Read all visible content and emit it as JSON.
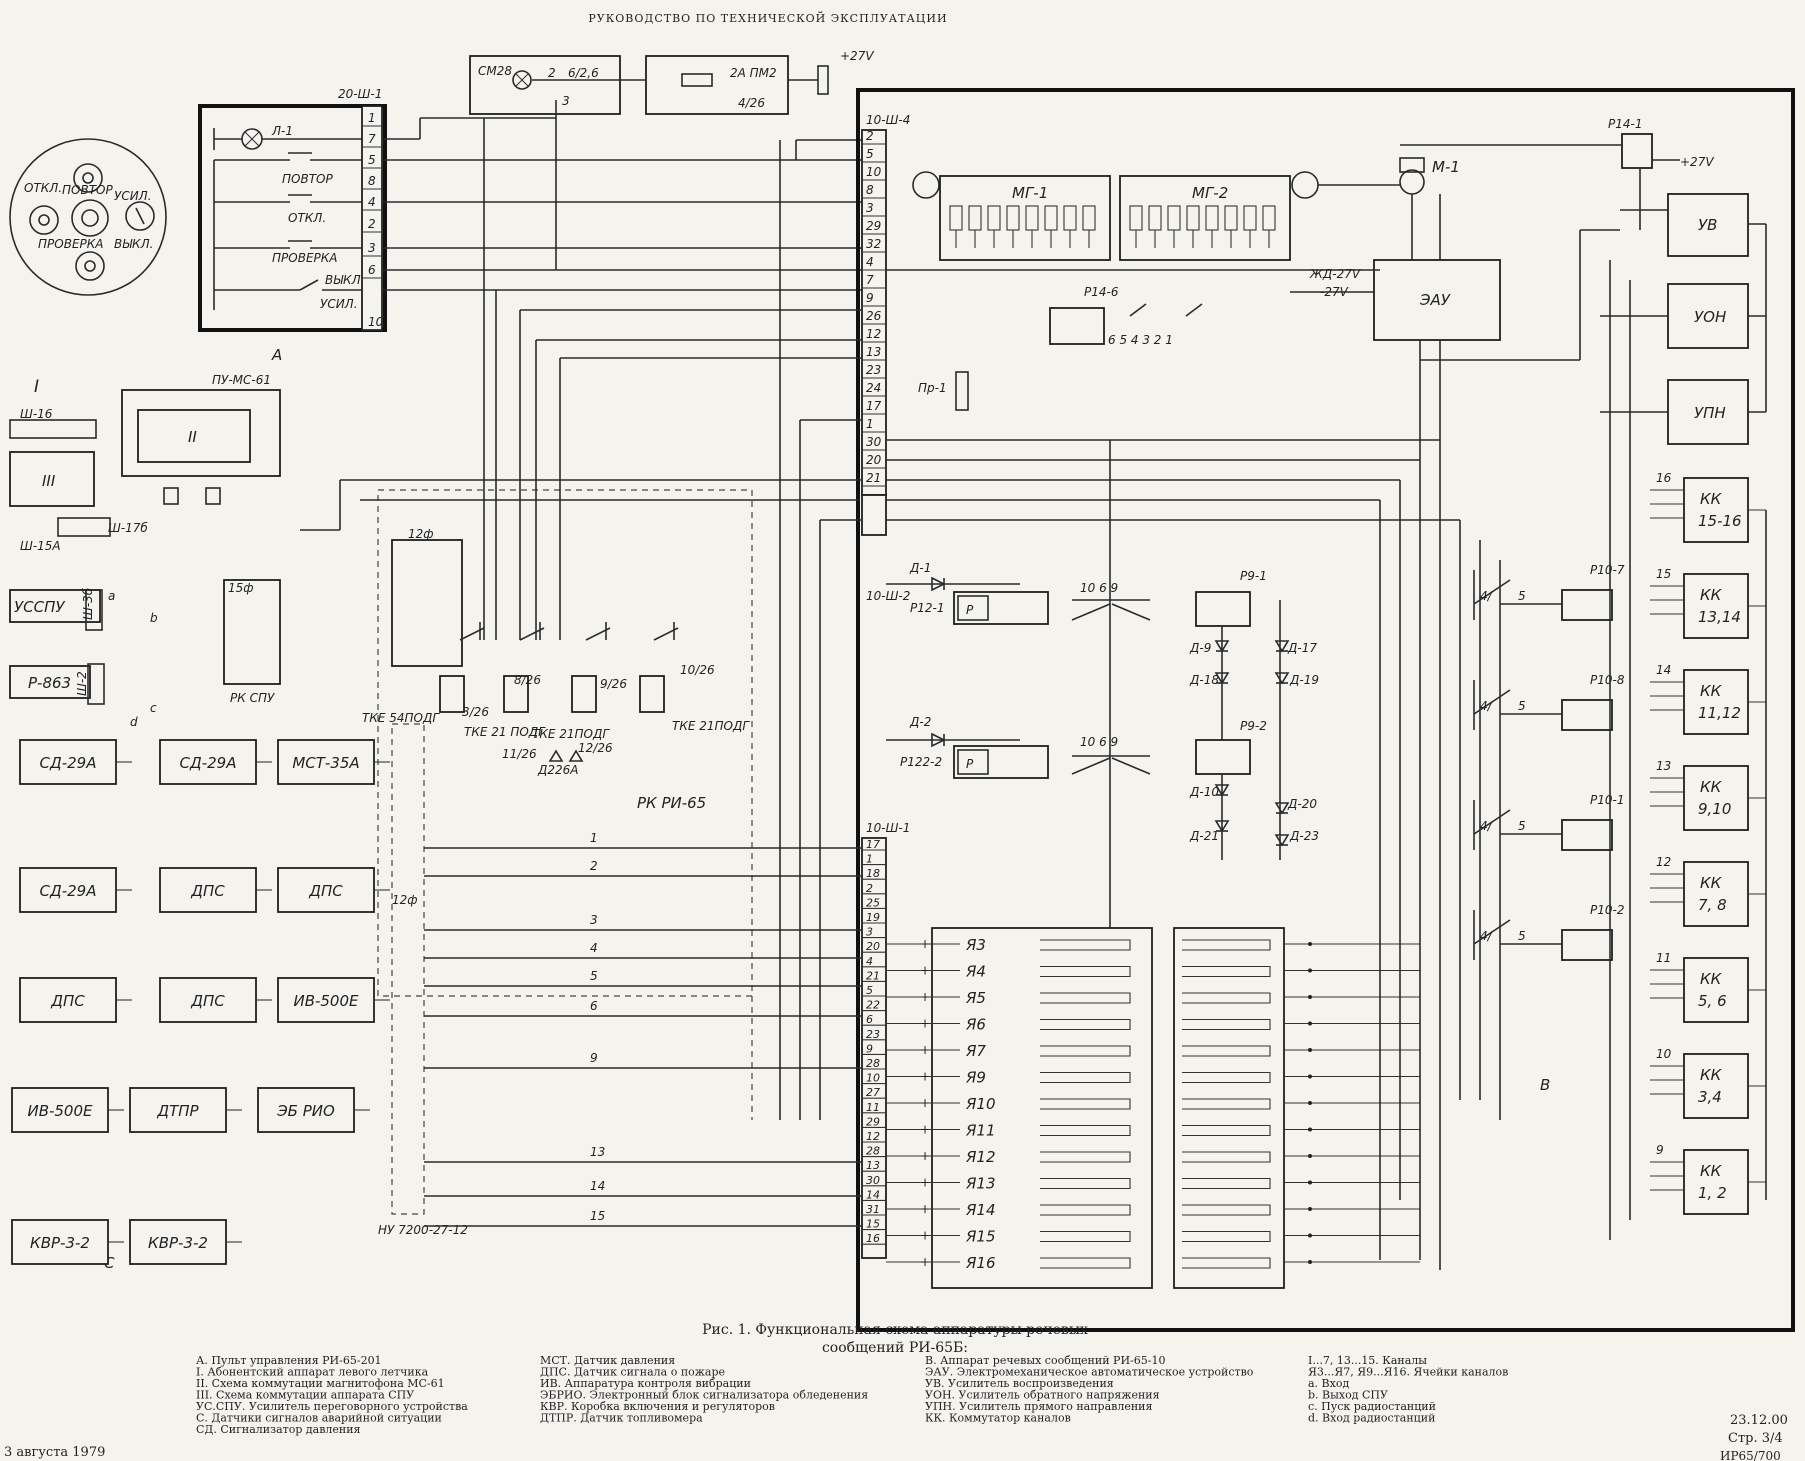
{
  "header": "РУКОВОДСТВО ПО ТЕХНИЧЕСКОЙ ЭКСПЛУАТАЦИИ",
  "caption": {
    "line1": "Рис. 1. Функциональная схема аппаратуры речевых",
    "line2": "сообщений РИ-65Б:"
  },
  "legend": {
    "col1": [
      "А. Пульт управления РИ-65-201",
      "I. Абонентский аппарат левого летчика",
      "II. Схема коммутации магнитофона МС-61",
      "III. Схема коммутации аппарата СПУ",
      "УС.СПУ. Усилитель переговорного устройства",
      "С. Датчики сигналов аварийной ситуации",
      "СД. Сигнализатор давления"
    ],
    "col2": [
      "МСТ. Датчик давления",
      "ДПС. Датчик сигнала о пожаре",
      "ИВ. Аппаратура контроля вибрации",
      "ЭБРИО. Электронный блок сигнализатора обледенения",
      "КВР. Коробка включения и регуляторов",
      "ДТПР. Датчик топливомера"
    ],
    "col3": [
      "В. Аппарат речевых сообщений РИ-65-10",
      "ЭАУ. Электромеханическое автоматическое устройство",
      "УВ. Усилитель воспроизведения",
      "УОН. Усилитель обратного напряжения",
      "УПН. Усилитель прямого направления",
      "КК. Коммутатор каналов"
    ],
    "col4": [
      "I...7, 13...15. Каналы",
      "Я3...Я7, Я9...Я16. Ячейки каналов",
      "а. Вход",
      "b. Выход СПУ",
      "c. Пуск радиостанций",
      "d. Вход радиостанций"
    ]
  },
  "footer": {
    "date_left": "3 августа 1979",
    "date_right": "23.12.00",
    "page": "Стр. 3/4",
    "code": "ИР65/700"
  },
  "panel": {
    "label": "А",
    "connector": "20-Ш-1",
    "lamp": "Л-1",
    "buttons": [
      "ПОВТОР",
      "ОТКЛ.",
      "ПРОВЕРКА"
    ],
    "switch": [
      "ВЫКЛ.",
      "УСИЛ."
    ],
    "pins": [
      "1",
      "7",
      "5",
      "8",
      "4",
      "2",
      "3",
      "6",
      "10"
    ],
    "face": [
      "ОТКЛ.",
      "ПОВТОР",
      "УСИЛ.",
      "ПРОВЕРКА",
      "ВЫКЛ."
    ]
  },
  "lamp_unit": {
    "name": "СМ28",
    "pins": [
      "2",
      "6/2,6",
      "3"
    ],
    "fuse": "2А ПМ2",
    "fuse_pin": "4/26",
    "power": "+27V"
  },
  "left": {
    "section_I": "I",
    "connectors": [
      "Ш-16",
      "Ш-17б",
      "Ш-15А",
      "Ш-3б",
      "Ш-2"
    ],
    "pu": "ПУ-МС-61",
    "block_II": "II",
    "block_III": "III",
    "uscpu": "УССПУ",
    "r863": "Р-863",
    "letters": [
      "a",
      "b",
      "c",
      "d"
    ],
    "rkspu": "РК СПУ",
    "conn_15f": "15ф",
    "conn_12f": "12ф",
    "section_C": "С",
    "sensors": [
      [
        "СД-29А",
        "СД-29А",
        "МСТ-35А"
      ],
      [
        "СД-29А",
        "ДПС",
        "ДПС"
      ],
      [
        "ДПС",
        "ДПС",
        "ИВ-500Е"
      ],
      [
        "ИВ-500Е",
        "ДТПР",
        "ЭБ РИО"
      ],
      [
        "КВР-3-2",
        "КВР-3-2"
      ]
    ],
    "nu": "НУ 7200-27-12",
    "rkri": "РК РИ-65",
    "tke": [
      "ТКЕ 54ПОДГ",
      "ТКЕ 21 ПОДГ",
      "ТКЕ 21ПОДГ",
      "ТКЕ 21ПОДГ"
    ],
    "diodes": [
      "Д226А"
    ],
    "wire_nums": [
      "1",
      "2",
      "3",
      "4",
      "5",
      "6",
      "9",
      "13",
      "14",
      "15"
    ],
    "relay_pins": [
      "3/26",
      "11/26",
      "8/26",
      "12/26",
      "9/26",
      "10/26"
    ]
  },
  "unit_B": {
    "label": "В",
    "connectors": [
      "10-Ш-4",
      "10-Ш-2",
      "10-Ш-1"
    ],
    "mg": [
      "МГ-1",
      "МГ-2"
    ],
    "motor": "М-1",
    "eau": "ЭАУ",
    "power_labels": [
      "ЖД-27V",
      "-27V",
      "+27V"
    ],
    "relays": [
      "Р14-1",
      "Р14-6",
      "Р12-1",
      "Р122-2",
      "Р9-1",
      "Р9-2",
      "Р10-7",
      "Р10-8",
      "Р10-1",
      "Р10-2"
    ],
    "fuse": "Пр-1",
    "diodes": [
      "Д-1",
      "Д-2",
      "Д-9",
      "Д-17",
      "Д-18",
      "Д-19",
      "Д-10",
      "Д-20",
      "Д-21",
      "Д-23"
    ],
    "amps": [
      "УВ",
      "УОН",
      "УПН"
    ],
    "kk": [
      "КК 15-16",
      "КК 13,14",
      "КК 11,12",
      "КК 9,10",
      "КК 7, 8",
      "КК 5, 6",
      "КК 3,4",
      "КК 1, 2"
    ],
    "kk_pins": [
      "16",
      "15",
      "14",
      "13",
      "12",
      "11",
      "10",
      "9"
    ],
    "cells": [
      "Я3",
      "Я4",
      "Я5",
      "Я6",
      "Я7",
      "Я9",
      "Я10",
      "Я11",
      "Я12",
      "Я13",
      "Я14",
      "Я15",
      "Я16"
    ],
    "p_label": "Р",
    "sh4_pins": [
      "2",
      "5",
      "10",
      "8",
      "3",
      "29",
      "32",
      "4",
      "7",
      "9",
      "26",
      "12",
      "13",
      "23",
      "24",
      "17",
      "1",
      "30",
      "20",
      "21"
    ],
    "sh1_pins": [
      "17",
      "1",
      "18",
      "2",
      "25",
      "19",
      "3",
      "20",
      "4",
      "21",
      "5",
      "22",
      "6",
      "23",
      "9",
      "28",
      "10",
      "27",
      "11",
      "29",
      "12",
      "28",
      "13",
      "30",
      "14",
      "31",
      "15",
      "16"
    ]
  }
}
